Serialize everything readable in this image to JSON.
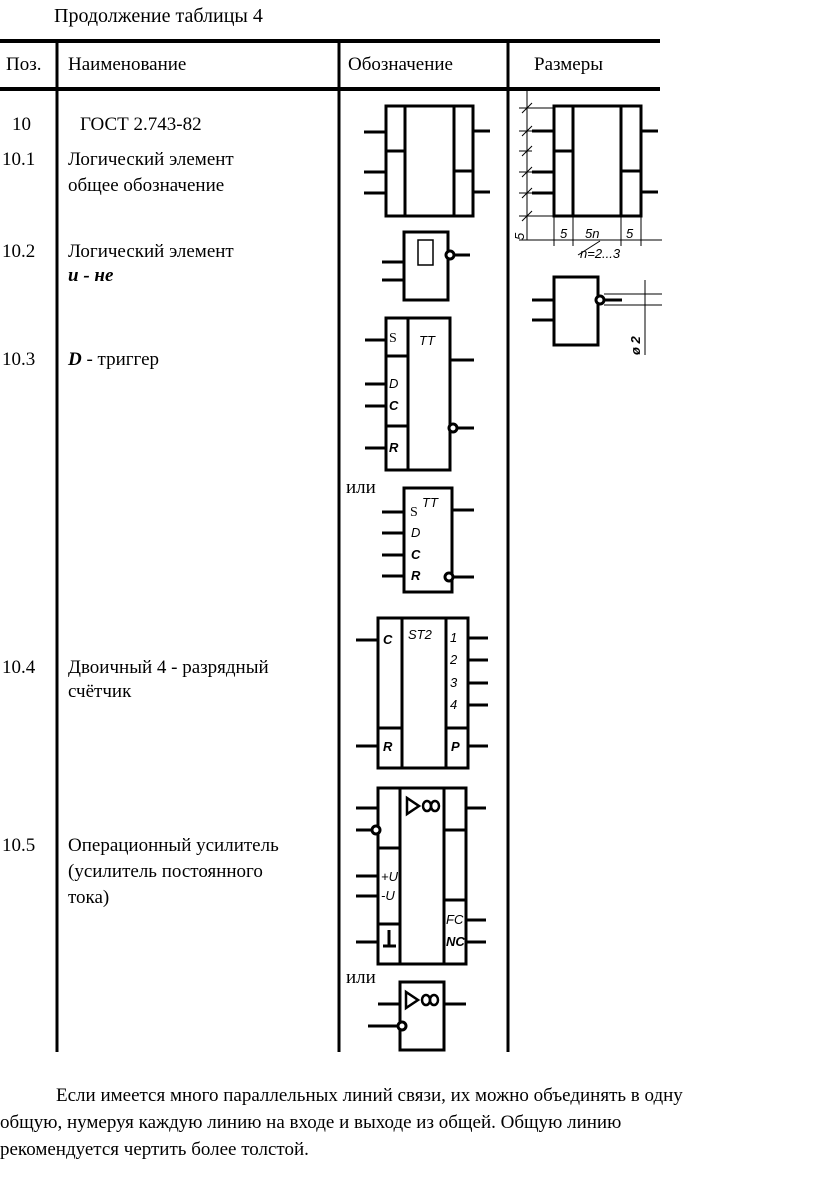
{
  "caption": "Продолжение таблицы 4",
  "headers": {
    "pos": "Поз.",
    "name": "Наименование",
    "symbol": "Обозначение",
    "dims": "Размеры"
  },
  "rows": [
    {
      "pos": "10",
      "name": "ГОСТ 2.743-82"
    },
    {
      "pos": "10.1",
      "name_line1": "Логический элемент",
      "name_line2": "общее обозначение"
    },
    {
      "pos": "10.2",
      "name_line1": "Логический элемент",
      "name_line2": "и - не"
    },
    {
      "pos": "10.3",
      "name_prefix": "D",
      "name_rest": " - триггер"
    },
    {
      "pos": "10.4",
      "name_line1": "Двоичный 4 - разрядный",
      "name_line2": "счётчик"
    },
    {
      "pos": "10.5",
      "name_line1": "Операционный усилитель",
      "name_line2": "(усилитель постоянного",
      "name_line3": "тока)"
    }
  ],
  "or_word": "или",
  "symbols": {
    "trigger": {
      "s": "S",
      "tt": "TT",
      "d": "D",
      "c": "C",
      "r": "R"
    },
    "counter": {
      "c": "C",
      "st2": "ST2",
      "outputs": [
        "1",
        "2",
        "3",
        "4"
      ],
      "r": "R",
      "p": "P"
    },
    "opamp": {
      "plus_u": "+U",
      "minus_u": "-U",
      "fc": "FC",
      "nc": "NC"
    }
  },
  "dimensions": {
    "five_vertical": "5",
    "five_left": "5",
    "five_n": "5n",
    "five_right": "5",
    "n_range": "n=2...3",
    "diameter": "ø 2"
  },
  "paragraph": {
    "line1": "Если имеется много параллельных линий связи, их можно объединять в одну",
    "line2": "общую, нумеруя каждую линию на входе и выходе из общей. Общую линию",
    "line3": "рекомендуется чертить более толстой."
  }
}
